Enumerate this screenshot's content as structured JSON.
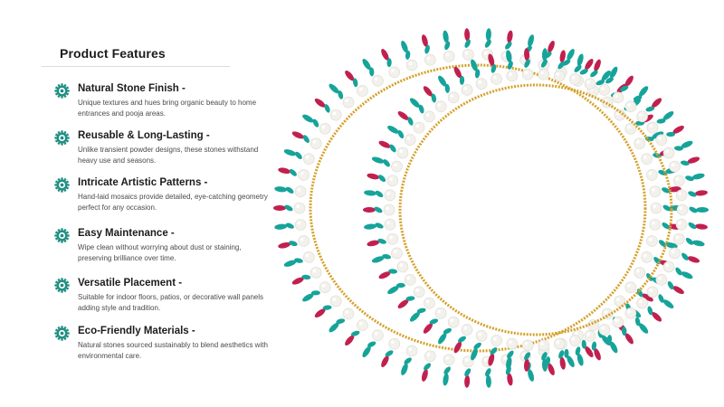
{
  "heading": "Product Features",
  "colors": {
    "icon": "#1f8f82",
    "pearl": "#f3f1ec",
    "gold": "#d4a12a",
    "teal": "#16a39a",
    "red": "#c1204f"
  },
  "features": [
    {
      "icon": "gear-badge-icon",
      "title": "Natural Stone Finish -",
      "description": "Unique textures and hues bring organic beauty to home entrances and pooja areas."
    },
    {
      "icon": "gear-badge-icon",
      "title": "Reusable & Long-Lasting -",
      "description": "Unlike transient powder designs, these stones withstand heavy use and seasons."
    },
    {
      "icon": "gear-badge-icon",
      "title": "Intricate Artistic Patterns -",
      "description": "Hand-laid mosaics provide detailed, eye-catching geometry perfect for any occasion."
    },
    {
      "icon": "gear-badge-icon",
      "title": "Easy Maintenance -",
      "description": "Wipe clean without worrying about dust or staining, preserving brilliance over time."
    },
    {
      "icon": "gear-badge-icon",
      "title": "Versatile Placement -",
      "description": "Suitable for indoor floors, patios, or decorative wall panels adding style and tradition."
    },
    {
      "icon": "gear-badge-icon",
      "title": "Eco-Friendly Materials -",
      "description": "Natural stones sourced sustainably to blend aesthetics with environmental care."
    }
  ]
}
